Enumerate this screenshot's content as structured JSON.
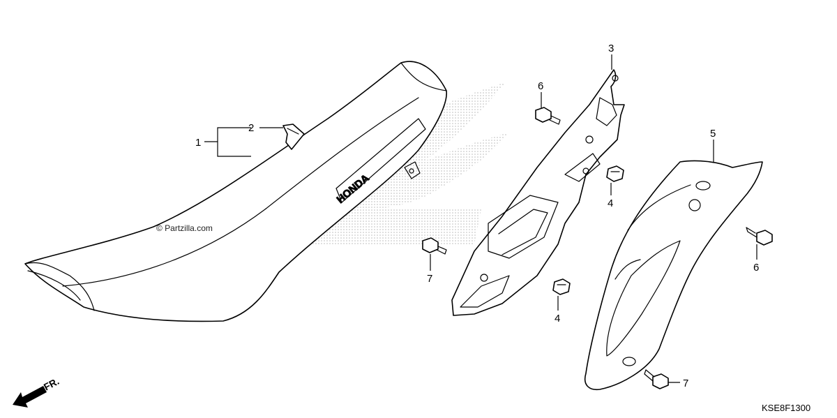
{
  "diagram": {
    "code": "KSE8F1300",
    "watermark": "© Partzilla.com",
    "front_indicator": "FR.",
    "seat_logo": "HONDA",
    "parts": [
      {
        "callout": "1"
      },
      {
        "callout": "2"
      },
      {
        "callout": "3"
      },
      {
        "callout": "4"
      },
      {
        "callout": "4"
      },
      {
        "callout": "5"
      },
      {
        "callout": "6"
      },
      {
        "callout": "6"
      },
      {
        "callout": "7"
      },
      {
        "callout": "7"
      }
    ]
  }
}
